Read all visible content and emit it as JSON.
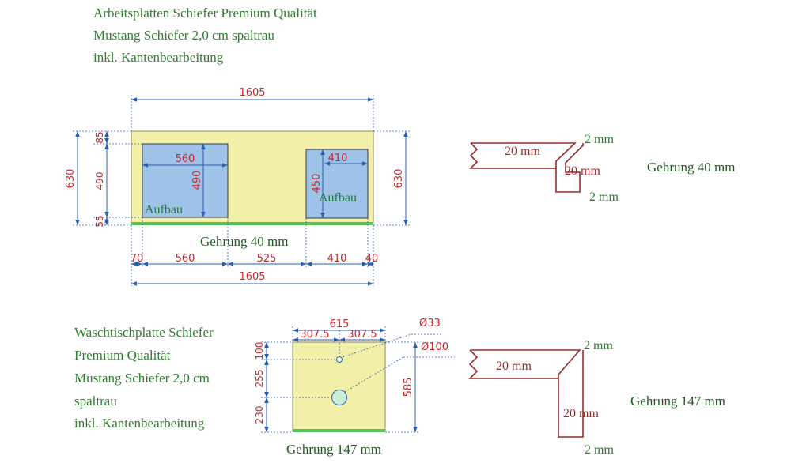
{
  "top_section": {
    "title_lines": [
      "Arbeitsplatten Schiefer Premium Qualität",
      "Mustang Schiefer 2,0 cm spaltrau",
      "inkl. Kantenbearbeitung"
    ],
    "overall_width_top": "1605",
    "overall_width_bottom": "1605",
    "height_left": "630",
    "height_right": "630",
    "left_stack": [
      "85",
      "490",
      "55"
    ],
    "cutout_left": {
      "width": "560",
      "height": "490",
      "label": "Aufbau"
    },
    "cutout_right": {
      "width": "410",
      "height": "450",
      "label": "Aufbau"
    },
    "bottom_segments": [
      "70",
      "560",
      "525",
      "410",
      "40"
    ],
    "front_edge_label": "Gehrung 40 mm",
    "profile": {
      "top_thickness": "20 mm",
      "inner_thickness": "20 mm",
      "gap_top": "2 mm",
      "gap_bottom": "2 mm",
      "note": "Gehrung 40 mm"
    }
  },
  "bottom_section": {
    "title_lines": [
      "Waschtischplatte Schiefer",
      "Premium Qualität",
      "Mustang Schiefer 2,0 cm",
      "spaltrau",
      "inkl. Kantenbearbeitung"
    ],
    "width": "615",
    "half_left": "307.5",
    "half_right": "307.5",
    "height": "585",
    "left_stack": [
      "100",
      "255",
      "230"
    ],
    "hole_small": "Ø33",
    "hole_large": "Ø100",
    "front_edge_label": "Gehrung 147 mm",
    "profile": {
      "top_thickness": "20 mm",
      "inner_thickness": "20 mm",
      "gap_top": "2 mm",
      "gap_bottom": "2 mm",
      "note": "Gehrung 147 mm"
    }
  },
  "colors": {
    "slab": "#f2f0a8",
    "cutout": "#9fc3e8",
    "edge": "#56c456",
    "dimension": "#2a5fb0",
    "dimension_text": "#c8262b",
    "caption": "#2f7d2f",
    "profile_line": "#9b2b2b"
  }
}
